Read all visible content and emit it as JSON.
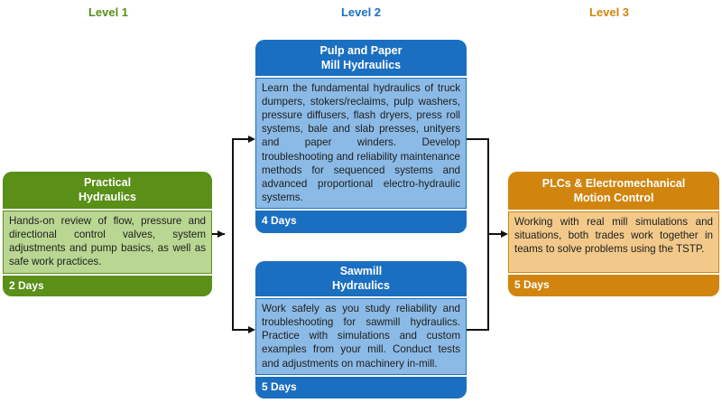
{
  "levels": {
    "level1": "Level 1",
    "level2": "Level 2",
    "level3": "Level 3"
  },
  "colors": {
    "level1": "#5a8f18",
    "level2": "#1b6fc0",
    "level3": "#d1850f",
    "green_body": "#b9d692",
    "blue_body": "#8bbae6",
    "orange_body": "#f2c98a"
  },
  "courses": {
    "practical": {
      "title_line1": "Practical",
      "title_line2": "Hydraulics",
      "description": "Hands-on review of flow, pressure and directional control valves, system adjustments and pump basics, as well as safe work practices.",
      "duration": "2 Days"
    },
    "pulp": {
      "title_line1": "Pulp and Paper",
      "title_line2": "Mill Hydraulics",
      "description": "Learn the fundamental hydraulics of truck dumpers, stokers/reclaims, pulp washers, pressure diffusers, flash dryers, press roll systems, bale and slab presses, unityers and paper winders. Develop troubleshooting and reliability maintenance methods for sequenced systems and advanced proportional electro-hydraulic systems.",
      "duration": "4 Days"
    },
    "sawmill": {
      "title_line1": "Sawmill",
      "title_line2": "Hydraulics",
      "description": "Work safely as you study reliability and troubleshooting for sawmill hydraulics. Practice with simulations and custom examples from your mill. Conduct tests and adjustments on machinery in-mill.",
      "duration": "5 Days"
    },
    "plc": {
      "title_line1": "PLCs & Electromechanical",
      "title_line2": "Motion Control",
      "description": "Working with real mill simulations and situations, both trades work together in teams to solve problems using the TSTP.",
      "duration": "5 Days"
    }
  }
}
